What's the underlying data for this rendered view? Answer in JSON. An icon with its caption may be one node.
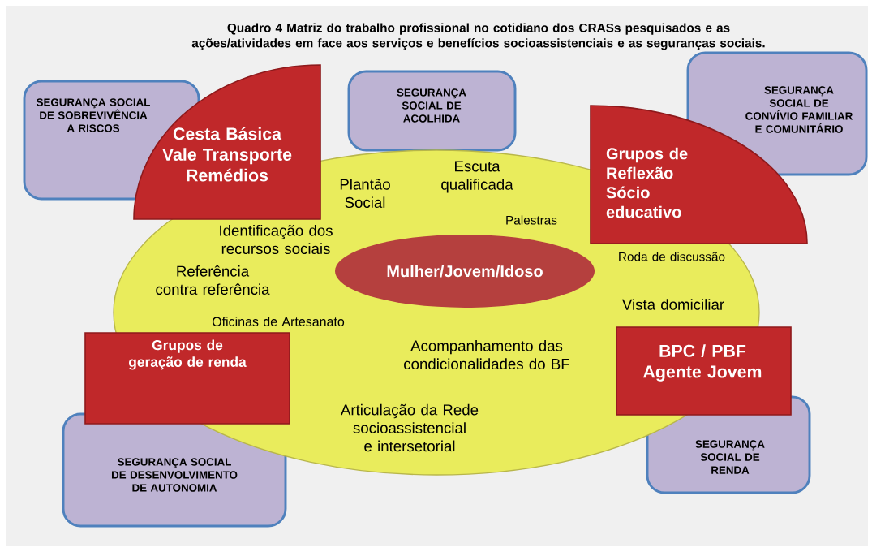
{
  "diagram": {
    "title": "Quadro 4 Matriz do trabalho profissional no cotidiano dos CRASs pesquisados e as ações/atividades em face aos serviços e benefícios socioassistenciais e as seguranças sociais.",
    "nodes": [
      {
        "text": [
          "SEGURANÇA SOCIAL DE SOBREVIVÊNCIA A RISCOS"
        ]
      },
      {
        "text": [
          "SEGURANÇA SOCIAL DE ACOLHIDA"
        ]
      },
      {
        "text": [
          "SEGURANÇA SOCIAL DE CONVÍVIO FAMILIAR E COMUNITÁRIO"
        ]
      },
      {
        "text": [],
        "shape": "ellipse"
      },
      {
        "text": [
          "Mulher/Jovem/Idoso"
        ],
        "in": 3
      },
      {
        "text": [
          "Cesta Básica Vale Transporte Remédios"
        ]
      },
      {
        "text": [
          "Grupos de Reflexão Sócio educativo"
        ]
      },
      {
        "text": [
          "Grupos de geração de renda"
        ]
      },
      {
        "text": [
          "BPC / PBF Agente Jovem"
        ]
      },
      {
        "text": [
          "SEGURANÇA SOCIAL DE DESENVOLVIMENTO DE AUTONOMIA"
        ]
      },
      {
        "text": [
          "SEGURANÇA SOCIAL DE RENDA"
        ]
      }
    ],
    "labels": [
      "Escuta qualificada",
      "Plantão Social",
      "Palestras",
      "Identificação dos recursos sociais",
      "Roda de discussão",
      "Referência contra referência",
      "Vista domiciliar",
      "Oficinas de Artesanato",
      "Acompanhamento das condicionalidades do BF",
      "Articulação da Rede socioassistencial e intersetorial"
    ]
  }
}
